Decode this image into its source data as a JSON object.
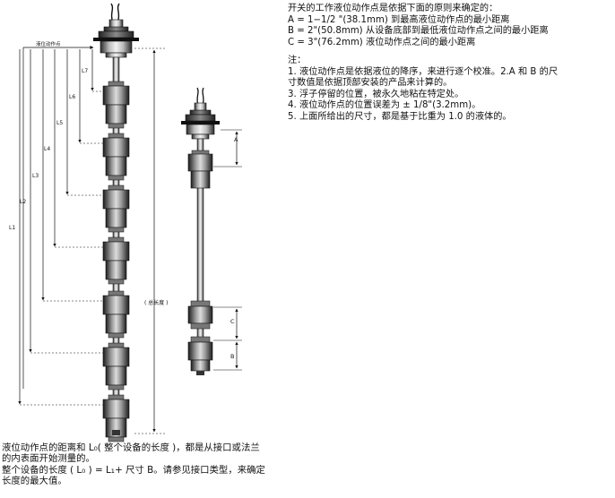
{
  "rules": {
    "intro": "开关的工作液位动作点是依据下面的原则来确定的：",
    "items": [
      "A = 1−1/2 \"(38.1mm) 到最高液位动作点的最小距离",
      "B = 2\"(50.8mm) 从设备底部到最低液位动作点之间的最小距离",
      "C = 3\"(76.2mm) 液位动作点之间的最小距离"
    ]
  },
  "notes": {
    "heading": "注：",
    "lines": [
      "1. 液位动作点是依据液位的降序，来进行逐个校准。2.A 和 B 的尺",
      "寸数值是依据顶部安装的产品来计算的。",
      "3. 浮子停留的位置，被永久地粘在特定处。",
      "4. 液位动作点的位置误差为 ± 1/8\"(3.2mm)。",
      "5. 上面所给出的尺寸，都是基于比重为 1.0 的液体的。"
    ]
  },
  "caption": {
    "lines": [
      "液位动作点的距离和 L₀( 整个设备的长度 )，都是从接口或法兰",
      "的内表面开始测量的。",
      "整个设备的长度 ( L₀ ) = L₁+ 尺寸 B。请参见接口类型，来确定",
      "长度的最大值。"
    ]
  },
  "diagram": {
    "left_switch": {
      "reference_label": "液位动作点",
      "dimension_labels": [
        "L7",
        "L6",
        "L5",
        "L4",
        "L3",
        "L2",
        "L1"
      ],
      "total_label": "( 总长度 )"
    },
    "right_switch": {
      "dimension_labels": [
        "A",
        "C",
        "B"
      ]
    }
  }
}
